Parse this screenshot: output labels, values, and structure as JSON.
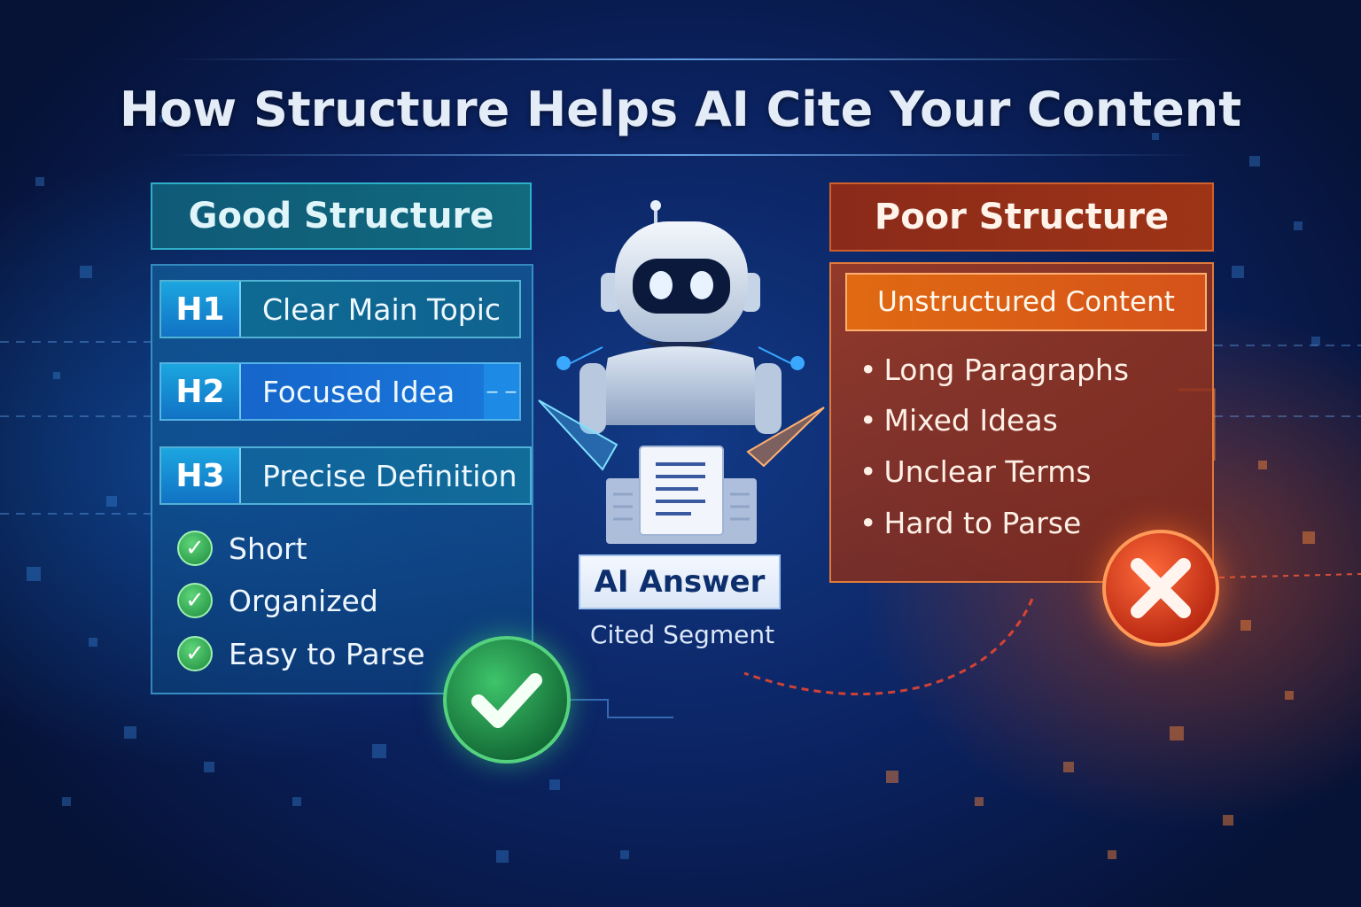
{
  "title": "How Structure Helps AI Cite Your Content",
  "good": {
    "header": "Good Structure",
    "rows": [
      {
        "tag": "H1",
        "text": "Clear Main Topic"
      },
      {
        "tag": "H2",
        "text": "Focused Idea"
      },
      {
        "tag": "H3",
        "text": "Precise Definition"
      }
    ],
    "checks": [
      "Short",
      "Organized",
      "Easy to Parse"
    ]
  },
  "poor": {
    "header": "Poor Structure",
    "subheader": "Unstructured Content",
    "bullets": [
      "Long Paragraphs",
      "Mixed Ideas",
      "Unclear Terms",
      "Hard to Parse"
    ]
  },
  "center": {
    "answer_label": "AI Answer",
    "caption": "Cited Segment"
  },
  "icons": {
    "robot": "robot-icon",
    "document": "document-icon",
    "check": "checkmark-icon",
    "cross": "x-icon"
  },
  "colors": {
    "good_accent": "#1ca6e0",
    "poor_accent": "#e06a12",
    "success": "#2fb05a",
    "error": "#d8361a"
  }
}
